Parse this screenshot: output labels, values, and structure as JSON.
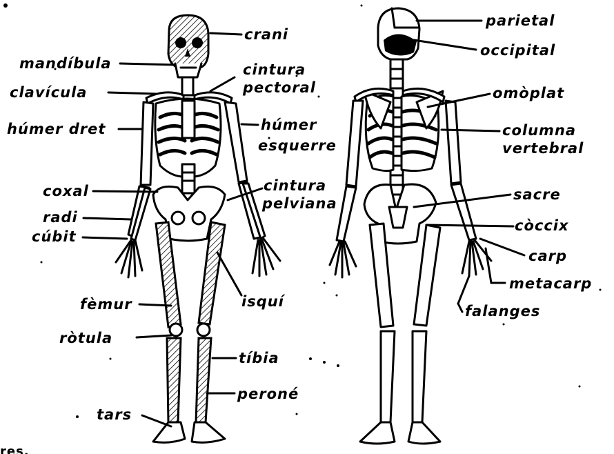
{
  "front": {
    "crani": "crani",
    "mandibula": "mandíbula",
    "cintura_pectoral_1": "cintura",
    "cintura_pectoral_2": "pectoral",
    "clavicula": "clavícula",
    "humer_dret": "húmer dret",
    "humer_esquerre_1": "húmer",
    "humer_esquerre_2": "esquerre",
    "cintura_pelviana_1": "cintura",
    "cintura_pelviana_2": "pelviana",
    "coxal": "coxal",
    "radi": "radi",
    "cubit": "cúbit",
    "isqui": "isquí",
    "femur": "fèmur",
    "rotula": "ròtula",
    "tibia": "tíbia",
    "perone": "peroné",
    "tars": "tars"
  },
  "back": {
    "parietal": "parietal",
    "occipital": "occipital",
    "omoplat": "omòplat",
    "columna_1": "columna",
    "columna_2": "vertebral",
    "sacre": "sacre",
    "coccix": "còccix",
    "carp": "carp",
    "metacarp": "metacarp",
    "falanges": "falanges"
  },
  "corner_text": "res."
}
